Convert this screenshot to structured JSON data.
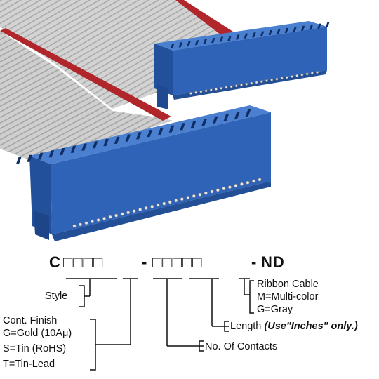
{
  "part_number": {
    "prefix": "C",
    "group1_boxes": 4,
    "dash1": "-",
    "group2_boxes": 5,
    "dash2": "-",
    "suffix": "ND",
    "box_glyph": "□"
  },
  "labels": {
    "style": "Style",
    "finish_title": "Cont. Finish",
    "finish_gold": "G=Gold (10Aμ)",
    "finish_tin": "S=Tin (RoHS)",
    "finish_tinlead": "T=Tin-Lead",
    "contacts": "No. Of Contacts",
    "length": "Length",
    "length_note": "(Use\"Inches\" only.)",
    "cable_title": "Ribbon Cable",
    "cable_multi": "M=Multi-color",
    "cable_gray": "G=Gray"
  },
  "colors": {
    "connector_blue": "#2f63b8",
    "cable_gray": "#c9c9c9",
    "stripe_red": "#b0262a",
    "line": "#111111"
  },
  "icons": {
    "connector_image": "ribbon-cable-connector-assembly"
  }
}
